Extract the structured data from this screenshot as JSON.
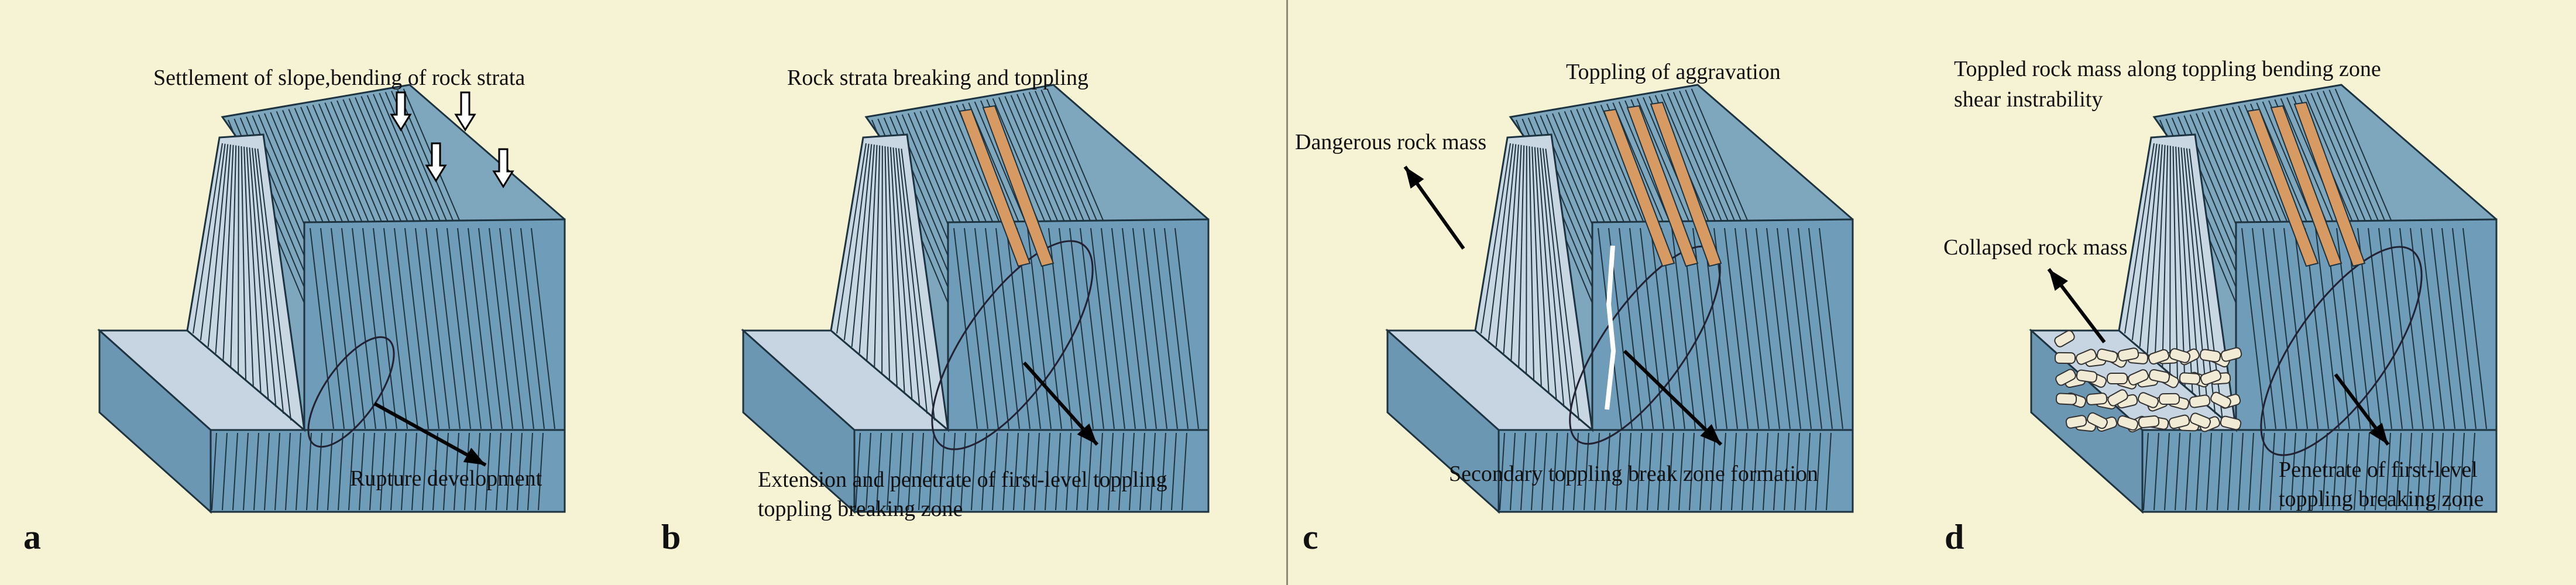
{
  "panels": [
    {
      "letter": "a",
      "label_top": "Settlement of slope,bending of rock strata",
      "label_bottom": "Rupture development"
    },
    {
      "letter": "b",
      "label_top": "Rock strata breaking and toppling",
      "label_bottom_1": "Extension and penetrate of first-level toppling",
      "label_bottom_2": "toppling breaking zone"
    },
    {
      "letter": "c",
      "label_top": "Toppling of aggravation",
      "label_left": "Dangerous rock mass",
      "label_bottom": "Secondary toppling break zone formation"
    },
    {
      "letter": "d",
      "label_top_1": "Toppled rock mass along toppling bending zone",
      "label_top_2": "shear instrability",
      "label_mid": "Collapsed rock mass",
      "label_bottom_1": "Penetrate of first-level",
      "label_bottom_2": "toppling breaking zone"
    }
  ],
  "colors": {
    "background": "#f6f2d4",
    "rock_top": "#7ea6bd",
    "rock_front": "#6f9cb8",
    "rock_face": "#c9d7e2",
    "toe_top": "#c6d5e1",
    "toe_front": "#6b97b2",
    "broken_strata": "#d79a63",
    "lines": "#1d3340"
  }
}
